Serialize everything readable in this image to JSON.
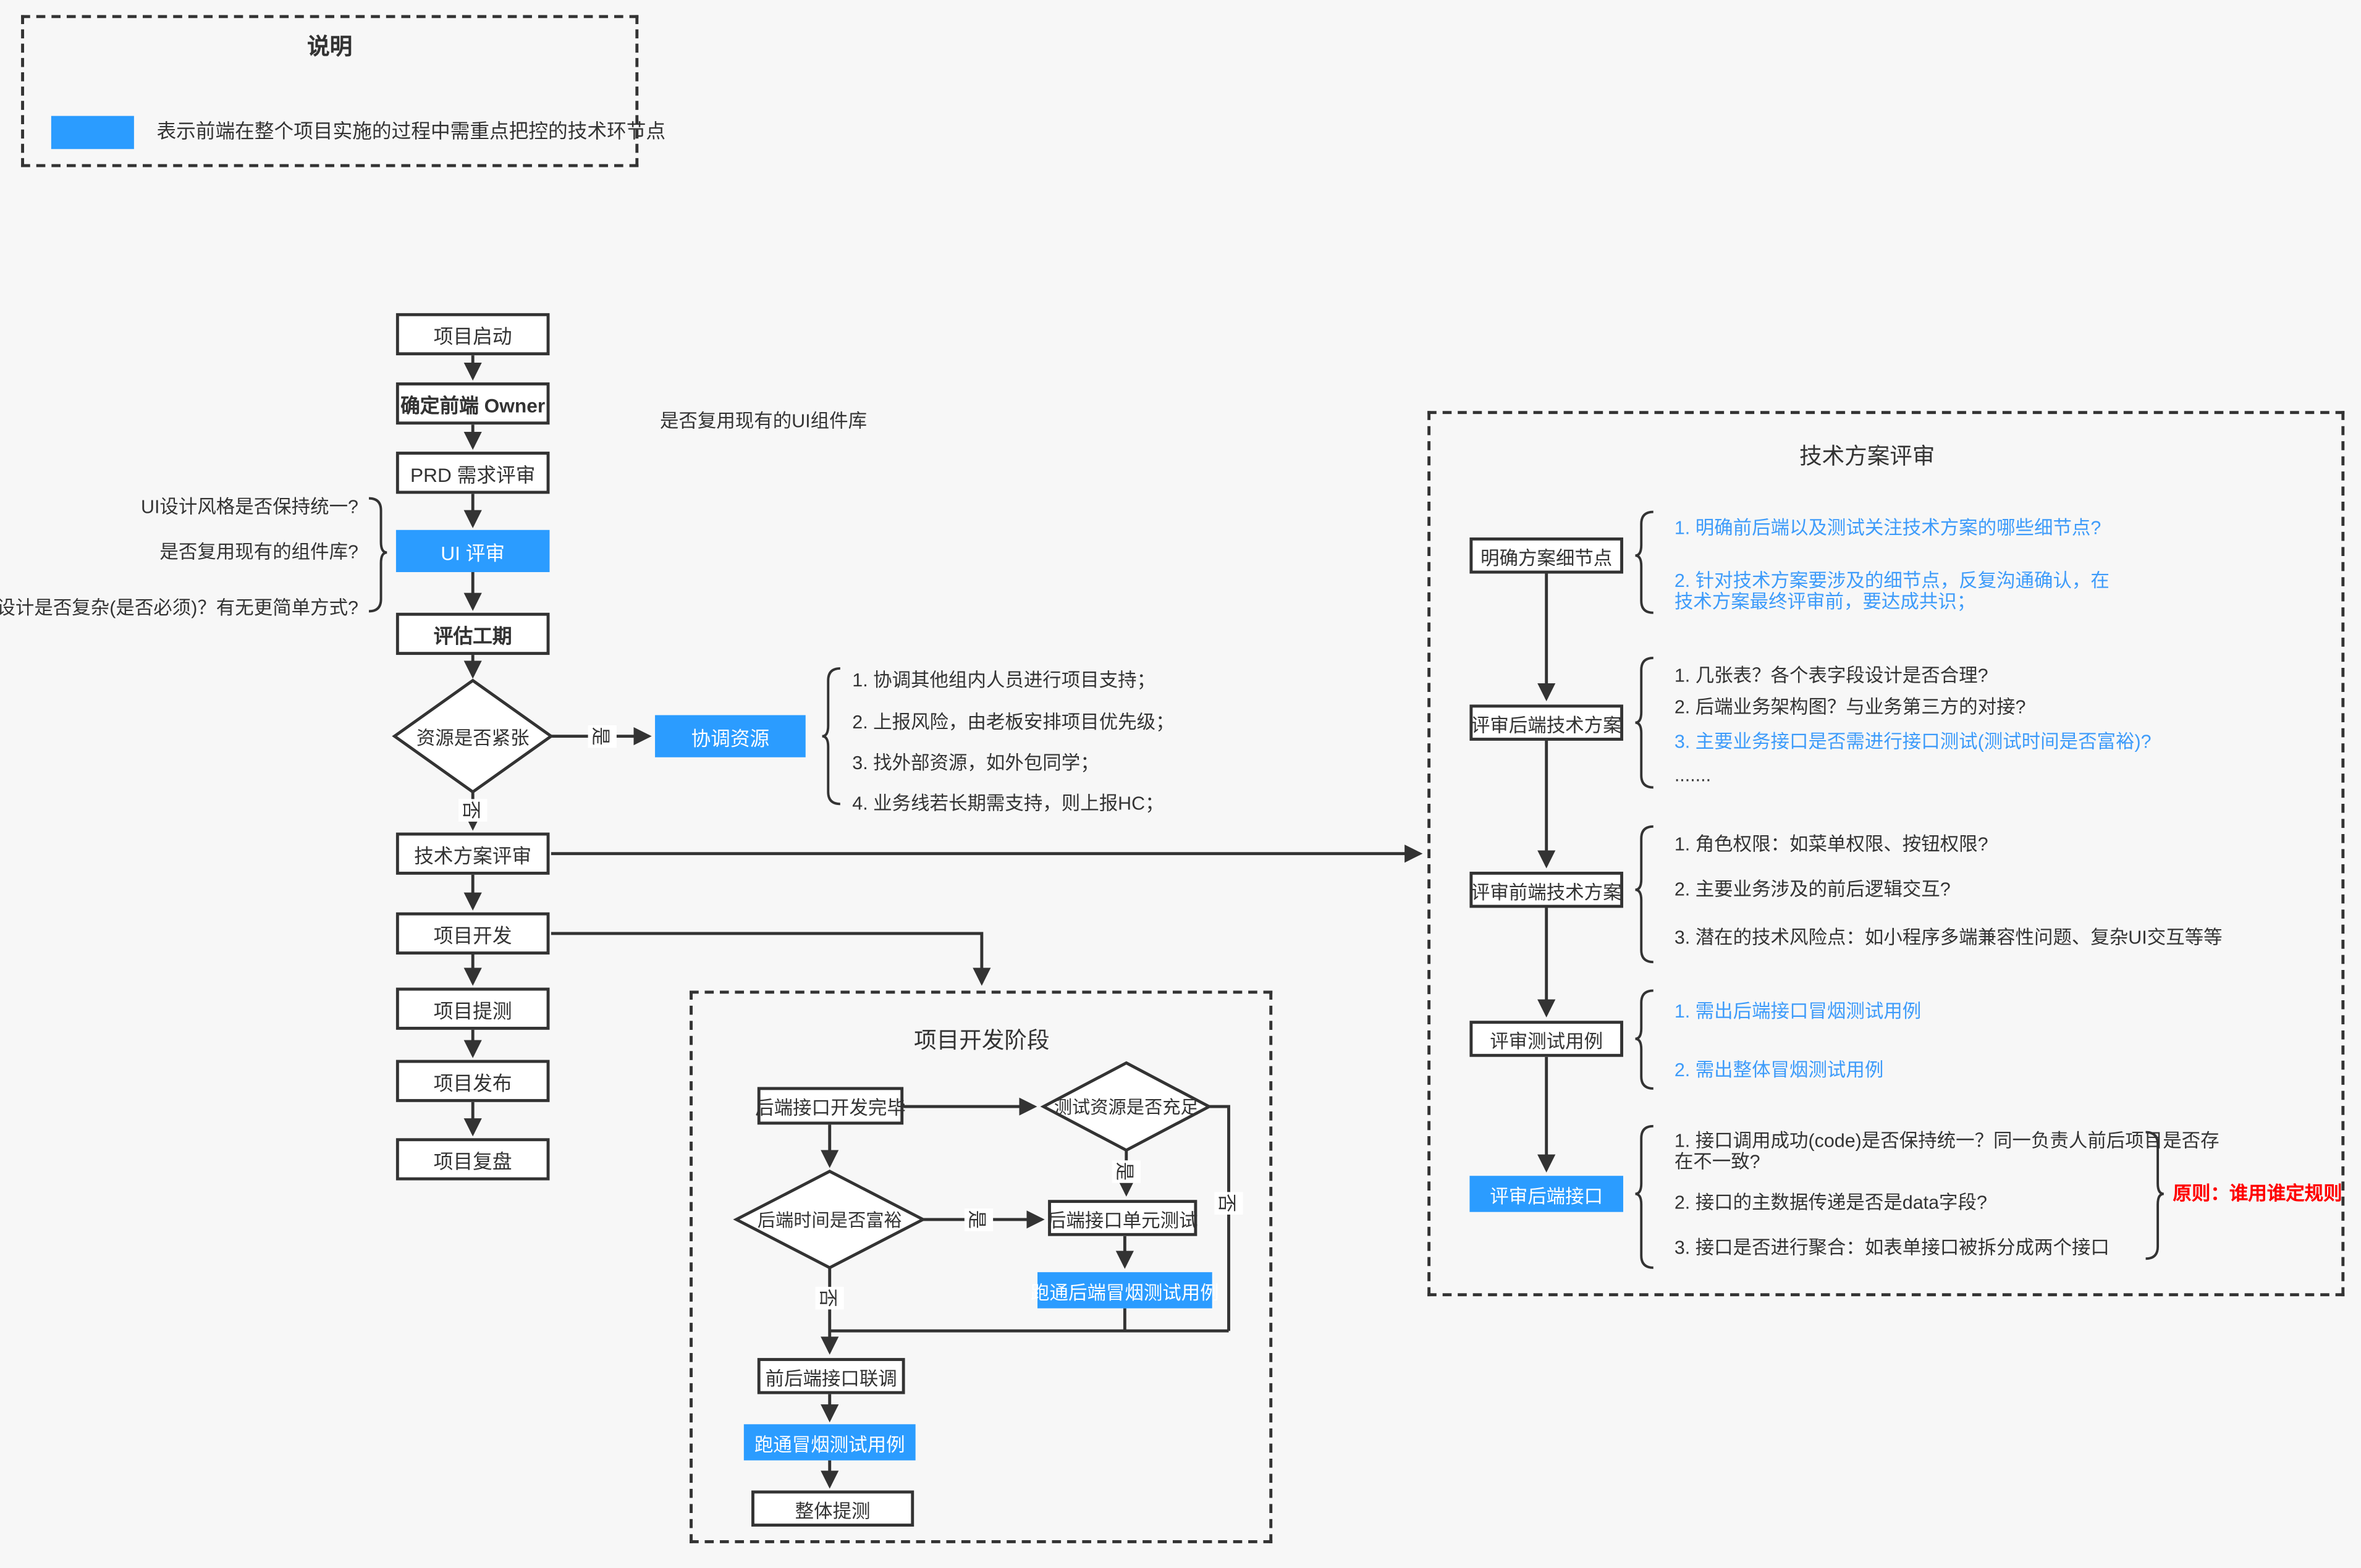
{
  "colors": {
    "accent": "#2B9CFF",
    "blue_text": "#3D9BFA",
    "red_text": "#FF0000",
    "line": "#333333",
    "background": "#F7F7F7"
  },
  "legend": {
    "title": "说明",
    "description": "表示前端在整个项目实施的过程中需重点把控的技术环节点"
  },
  "connector_labels": {
    "yes": "是",
    "no": "否"
  },
  "main_flow": {
    "component_note": "是否复用现有的UI组件库",
    "nodes": {
      "start": "项目启动",
      "owner": "确定前端 Owner",
      "prd": "PRD 需求评审",
      "ui_review": "UI 评审",
      "estimate": "评估工期",
      "resource_decision": "资源是否紧张",
      "coordinate": "协调资源",
      "tech_review": "技术方案评审",
      "dev": "项目开发",
      "test": "项目提测",
      "release": "项目发布",
      "retro": "项目复盘"
    },
    "ui_review_questions": [
      "UI设计风格是否保持统一?",
      "是否复用现有的组件库?",
      "交互设计是否复杂(是否必须)？有无更简单方式?"
    ],
    "coordinate_notes": [
      "1. 协调其他组内人员进行项目支持；",
      "2. 上报风险，由老板安排项目优先级；",
      "3. 找外部资源，如外包同学；",
      "4. 业务线若长期需支持，则上报HC；"
    ]
  },
  "dev_stage": {
    "title": "项目开发阶段",
    "nodes": {
      "backend_done": "后端接口开发完毕",
      "test_resource": "测试资源是否充足",
      "backend_time": "后端时间是否富裕",
      "unit_test": "后端接口单元测试",
      "backend_smoke": "跑通后端冒烟测试用例",
      "joint_debug": "前后端接口联调",
      "smoke": "跑通冒烟测试用例",
      "overall_test": "整体提测"
    }
  },
  "tech_panel": {
    "title": "技术方案评审",
    "principle": "原则：谁用谁定规则",
    "sections": [
      {
        "node": "明确方案细节点",
        "lines": [
          {
            "text": "1. 明确前后端以及测试关注技术方案的哪些细节点?",
            "color": "blue"
          },
          {
            "text": "2. 针对技术方案要涉及的细节点，反复沟通确认，在",
            "color": "blue"
          },
          {
            "text": "技术方案最终评审前，要达成共识；",
            "color": "blue"
          }
        ]
      },
      {
        "node": "评审后端技术方案",
        "lines": [
          {
            "text": "1. 几张表？各个表字段设计是否合理?",
            "color": "dark"
          },
          {
            "text": "2. 后端业务架构图？与业务第三方的对接?",
            "color": "dark"
          },
          {
            "text": "3. 主要业务接口是否需进行接口测试(测试时间是否富裕)?",
            "color": "blue"
          },
          {
            "text": ".......",
            "color": "dark"
          }
        ]
      },
      {
        "node": "评审前端技术方案",
        "lines": [
          {
            "text": "1. 角色权限：如菜单权限、按钮权限?",
            "color": "dark"
          },
          {
            "text": "2. 主要业务涉及的前后逻辑交互?",
            "color": "dark"
          },
          {
            "text": "3. 潜在的技术风险点：如小程序多端兼容性问题、复杂UI交互等等",
            "color": "dark"
          }
        ]
      },
      {
        "node": "评审测试用例",
        "lines": [
          {
            "text": "1. 需出后端接口冒烟测试用例",
            "color": "blue"
          },
          {
            "text": "2. 需出整体冒烟测试用例",
            "color": "blue"
          }
        ]
      },
      {
        "node": "评审后端接口",
        "lines": [
          {
            "text": "1. 接口调用成功(code)是否保持统一？同一负责人前后项目是否存",
            "color": "dark"
          },
          {
            "text": "在不一致?",
            "color": "dark"
          },
          {
            "text": "2. 接口的主数据传递是否是data字段?",
            "color": "dark"
          },
          {
            "text": "3. 接口是否进行聚合：如表单接口被拆分成两个接口",
            "color": "dark"
          }
        ]
      }
    ]
  }
}
